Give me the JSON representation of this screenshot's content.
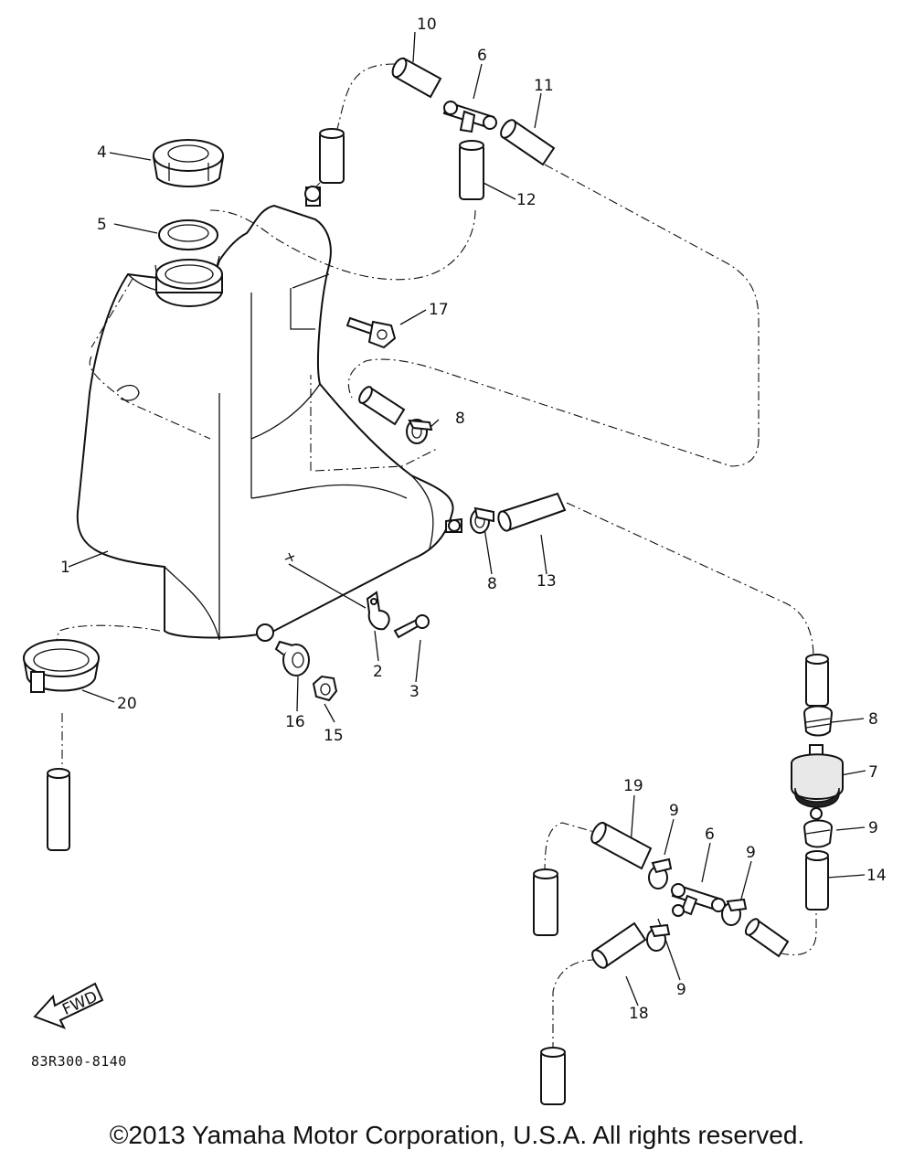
{
  "diagram": {
    "part_labels": {
      "p1": "1",
      "p2": "2",
      "p3": "3",
      "p4": "4",
      "p5": "5",
      "p6a": "6",
      "p6b": "6",
      "p7": "7",
      "p8a": "8",
      "p8b": "8",
      "p8c": "8",
      "p9a": "9",
      "p9b": "9",
      "p9c": "9",
      "p9d": "9",
      "p10": "10",
      "p11": "11",
      "p12": "12",
      "p13": "13",
      "p14": "14",
      "p15": "15",
      "p16": "16",
      "p17": "17",
      "p18": "18",
      "p19": "19",
      "p20": "20"
    },
    "fwd_label": "FWD",
    "diagram_code": "83R300-8140"
  },
  "footer": {
    "copyright": "©2013 Yamaha Motor Corporation, U.S.A. All rights reserved."
  }
}
